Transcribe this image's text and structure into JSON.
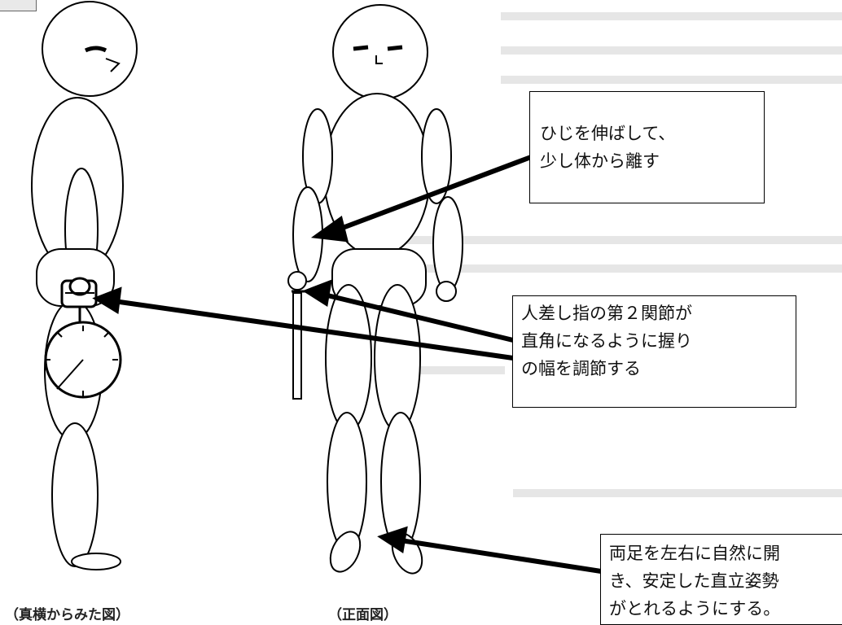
{
  "callouts": {
    "elbow": {
      "lines": [
        "ひじを伸ばして、",
        "少し体から離す"
      ]
    },
    "finger": {
      "lines": [
        "人差し指の第２関節が",
        "直角になるように握り",
        "の幅を調節する"
      ]
    },
    "feet": {
      "lines": [
        "両足を左右に自然に開",
        "き、安定した直立姿勢",
        "がとれるようにする。"
      ]
    }
  },
  "captions": {
    "side_view": "（真横からみた図）",
    "front_view": "（正面図）"
  },
  "colors": {
    "line": "#000000",
    "background": "#ffffff",
    "faint_text": "#d9d9d9"
  }
}
